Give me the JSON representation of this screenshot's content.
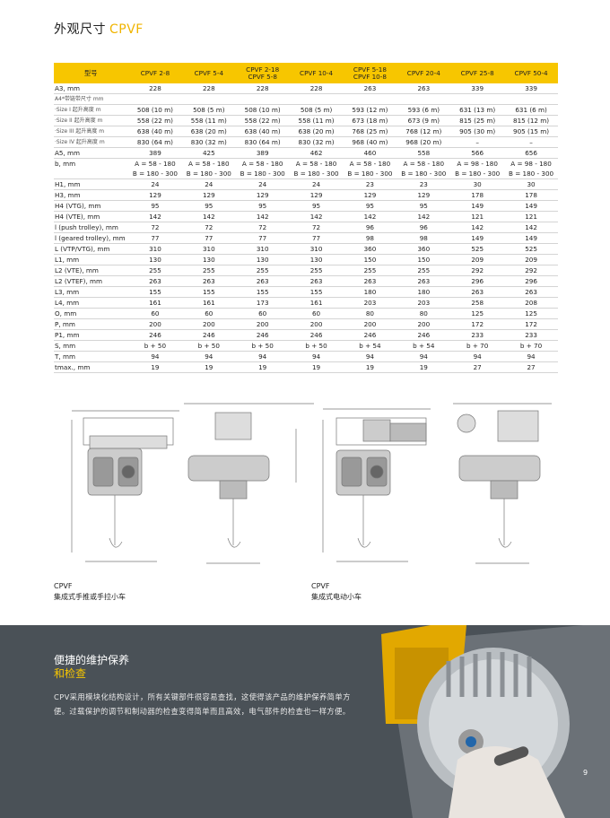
{
  "title": {
    "main": "外观尺寸",
    "accent": "CPVF"
  },
  "table": {
    "header": [
      "型号",
      "CPVF 2-8",
      "CPVF 5-4",
      "CPVF 2-18\nCPVF 5-8",
      "CPVF 10-4",
      "CPVF 5-18\nCPVF 10-8",
      "CPVF 20-4",
      "CPVF 25-8",
      "CPVF 50-4"
    ],
    "rows": [
      {
        "label": "A3, mm",
        "cells": [
          "228",
          "228",
          "228",
          "228",
          "263",
          "263",
          "339",
          "339"
        ]
      },
      {
        "label": "A4*带链带尺寸 mm",
        "cells": [
          "",
          "",
          "",
          "",
          "",
          "",
          "",
          ""
        ],
        "sub": true
      },
      {
        "label": "·Size I 起升高度 m",
        "cells": [
          "508 (10 m)",
          "508 (5 m)",
          "508 (10 m)",
          "508 (5 m)",
          "593 (12 m)",
          "593 (6 m)",
          "631 (13 m)",
          "631 (6 m)"
        ],
        "sub": true
      },
      {
        "label": "·Size II 起升高度 m",
        "cells": [
          "558 (22 m)",
          "558 (11 m)",
          "558 (22 m)",
          "558 (11 m)",
          "673 (18 m)",
          "673 (9 m)",
          "815 (25 m)",
          "815 (12 m)"
        ],
        "sub": true
      },
      {
        "label": "·Size III 起升高度 m",
        "cells": [
          "638 (40 m)",
          "638 (20 m)",
          "638 (40 m)",
          "638 (20 m)",
          "768 (25 m)",
          "768 (12 m)",
          "905 (30 m)",
          "905 (15 m)"
        ],
        "sub": true
      },
      {
        "label": "·Size IV 起升高度 m",
        "cells": [
          "830 (64 m)",
          "830 (32 m)",
          "830 (64 m)",
          "830 (32 m)",
          "968 (40 m)",
          "968 (20 m)",
          "–",
          "–"
        ],
        "sub": true
      },
      {
        "label": "A5, mm",
        "cells": [
          "389",
          "425",
          "389",
          "462",
          "460",
          "558",
          "566",
          "656"
        ]
      },
      {
        "label": "b, mm",
        "cells": [
          "A = 58 - 180",
          "A = 58 - 180",
          "A = 58 - 180",
          "A = 58 - 180",
          "A = 58 - 180",
          "A = 58 - 180",
          "A = 98 - 180",
          "A = 98 - 180"
        ],
        "noline": true
      },
      {
        "label": "",
        "cells": [
          "B = 180 - 300",
          "B = 180 - 300",
          "B = 180 - 300",
          "B = 180 - 300",
          "B = 180 - 300",
          "B = 180 - 300",
          "B = 180 - 300",
          "B = 180 - 300"
        ]
      },
      {
        "label": "H1, mm",
        "cells": [
          "24",
          "24",
          "24",
          "24",
          "23",
          "23",
          "30",
          "30"
        ]
      },
      {
        "label": "H3, mm",
        "cells": [
          "129",
          "129",
          "129",
          "129",
          "129",
          "129",
          "178",
          "178"
        ]
      },
      {
        "label": "H4 (VTG), mm",
        "cells": [
          "95",
          "95",
          "95",
          "95",
          "95",
          "95",
          "149",
          "149"
        ]
      },
      {
        "label": "H4 (VTE), mm",
        "cells": [
          "142",
          "142",
          "142",
          "142",
          "142",
          "142",
          "121",
          "121"
        ]
      },
      {
        "label": "l (push trolley), mm",
        "cells": [
          "72",
          "72",
          "72",
          "72",
          "96",
          "96",
          "142",
          "142"
        ]
      },
      {
        "label": "l (geared trolley), mm",
        "cells": [
          "77",
          "77",
          "77",
          "77",
          "98",
          "98",
          "149",
          "149"
        ]
      },
      {
        "label": "L (VTP/VTG), mm",
        "cells": [
          "310",
          "310",
          "310",
          "310",
          "360",
          "360",
          "525",
          "525"
        ]
      },
      {
        "label": "L1, mm",
        "cells": [
          "130",
          "130",
          "130",
          "130",
          "150",
          "150",
          "209",
          "209"
        ]
      },
      {
        "label": "L2 (VTE), mm",
        "cells": [
          "255",
          "255",
          "255",
          "255",
          "255",
          "255",
          "292",
          "292"
        ]
      },
      {
        "label": "L2 (VTEF), mm",
        "cells": [
          "263",
          "263",
          "263",
          "263",
          "263",
          "263",
          "296",
          "296"
        ]
      },
      {
        "label": "L3, mm",
        "cells": [
          "155",
          "155",
          "155",
          "155",
          "180",
          "180",
          "263",
          "263"
        ]
      },
      {
        "label": "L4, mm",
        "cells": [
          "161",
          "161",
          "173",
          "161",
          "203",
          "203",
          "258",
          "208"
        ]
      },
      {
        "label": "O, mm",
        "cells": [
          "60",
          "60",
          "60",
          "60",
          "80",
          "80",
          "125",
          "125"
        ]
      },
      {
        "label": "P, mm",
        "cells": [
          "200",
          "200",
          "200",
          "200",
          "200",
          "200",
          "172",
          "172"
        ]
      },
      {
        "label": "P1, mm",
        "cells": [
          "246",
          "246",
          "246",
          "246",
          "246",
          "246",
          "233",
          "233"
        ]
      },
      {
        "label": "S, mm",
        "cells": [
          "b + 50",
          "b + 50",
          "b + 50",
          "b + 50",
          "b + 54",
          "b + 54",
          "b + 70",
          "b + 70"
        ]
      },
      {
        "label": "T, mm",
        "cells": [
          "94",
          "94",
          "94",
          "94",
          "94",
          "94",
          "94",
          "94"
        ]
      },
      {
        "label": "tmax., mm",
        "cells": [
          "19",
          "19",
          "19",
          "19",
          "19",
          "19",
          "27",
          "27"
        ]
      }
    ]
  },
  "captions": {
    "left": {
      "model": "CPVF",
      "desc": "集成式手推或手拉小车"
    },
    "right": {
      "model": "CPVF",
      "desc": "集成式电动小车"
    }
  },
  "footer": {
    "heading1": "便捷的维护保养",
    "heading2": "和检查",
    "body": "CPV采用模块化结构设计，所有关键部件很容易查找，这使得该产品的维护保养简单方便。过载保护的调节和制动器的检查变得简单而且高效，电气部件的检查也一样方便。",
    "page": "9"
  },
  "colors": {
    "accent": "#f7c600",
    "footer_bg": "#4a5157"
  }
}
